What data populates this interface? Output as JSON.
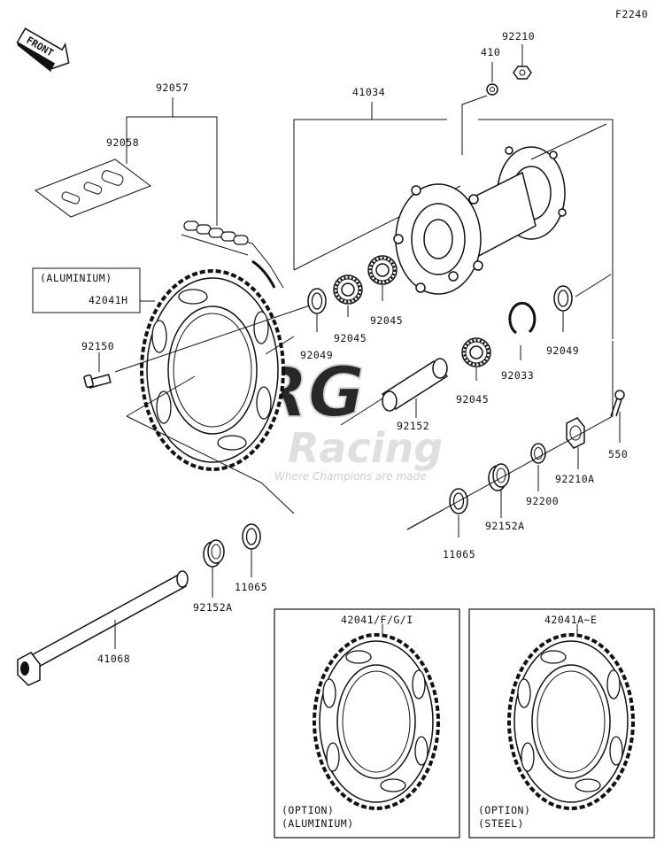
{
  "figure_id": "F2240",
  "front_label": "FRONT",
  "watermark": {
    "line1": "BERG",
    "line2": "Racing",
    "tagline": "Where Champions are made"
  },
  "parts": {
    "p92057": "92057",
    "p92058": "92058",
    "p41034": "41034",
    "p410": "410",
    "p92210": "92210",
    "aluminium_tag": "(ALUMINIUM)",
    "p42041H": "42041H",
    "p92150": "92150",
    "p92049_left": "92049",
    "p92045_a": "92045",
    "p92045_b": "92045",
    "p92045_c": "92045",
    "p92049_right": "92049",
    "p92033": "92033",
    "p92152": "92152",
    "p550": "550",
    "p92210A": "92210A",
    "p92200": "92200",
    "p92152A_right": "92152A",
    "p11065_right": "11065",
    "p11065_left": "11065",
    "p92152A_left": "92152A",
    "p41068": "41068"
  },
  "option_boxes": [
    {
      "part": "42041/F/G/I",
      "line1": "(OPTION)",
      "line2": "(ALUMINIUM)"
    },
    {
      "part": "42041A~E",
      "line1": "(OPTION)",
      "line2": "(STEEL)"
    }
  ],
  "colors": {
    "ink": "#111111",
    "watermark": "#d2d2d2"
  }
}
